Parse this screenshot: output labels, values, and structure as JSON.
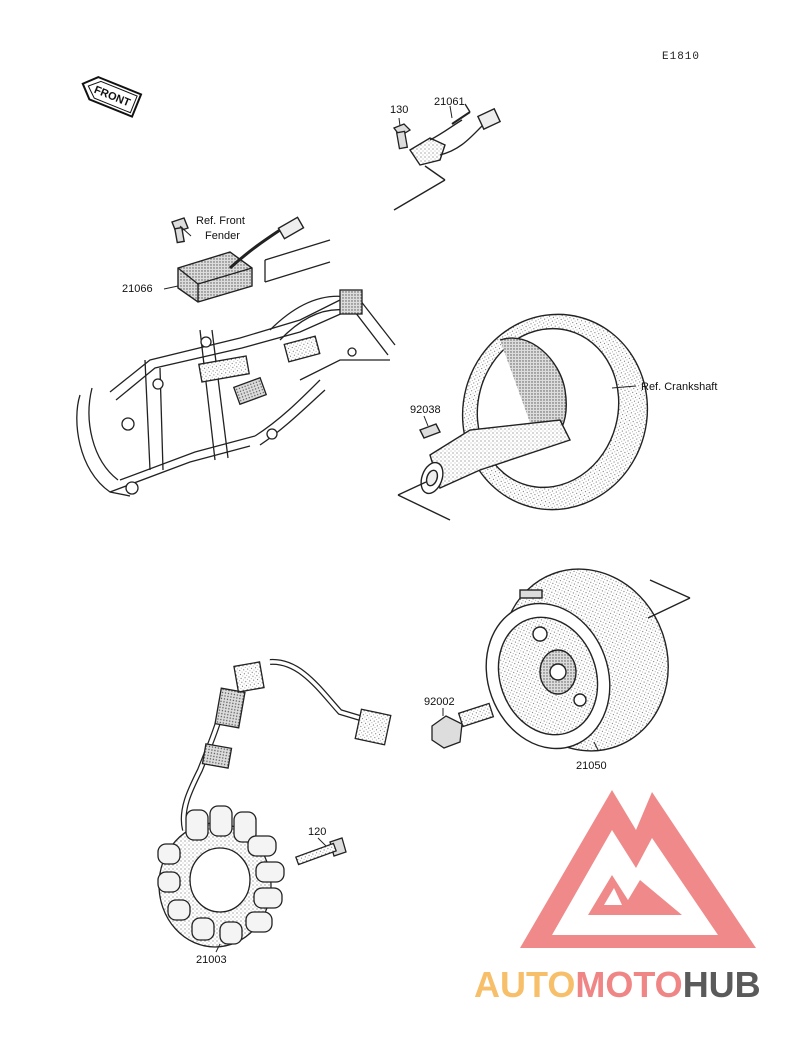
{
  "diagram_code": "E1810",
  "front_arrow_label": "FRONT",
  "parts": [
    {
      "number": "130"
    },
    {
      "number": "21061"
    },
    {
      "number": "21066"
    },
    {
      "number": "92038"
    },
    {
      "number": "92002"
    },
    {
      "number": "21050"
    },
    {
      "number": "120"
    },
    {
      "number": "21003"
    }
  ],
  "references": {
    "front_fender_line1": "Ref. Front",
    "front_fender_line2": "Fender",
    "crankshaft": "Ref. Crankshaft"
  },
  "watermark": {
    "part1": "AUTO",
    "part2": "MOTO",
    "part3": "HUB",
    "color_orange": "#f7bf6a",
    "color_red": "#ef8585",
    "color_gray": "#5a5a5a"
  }
}
